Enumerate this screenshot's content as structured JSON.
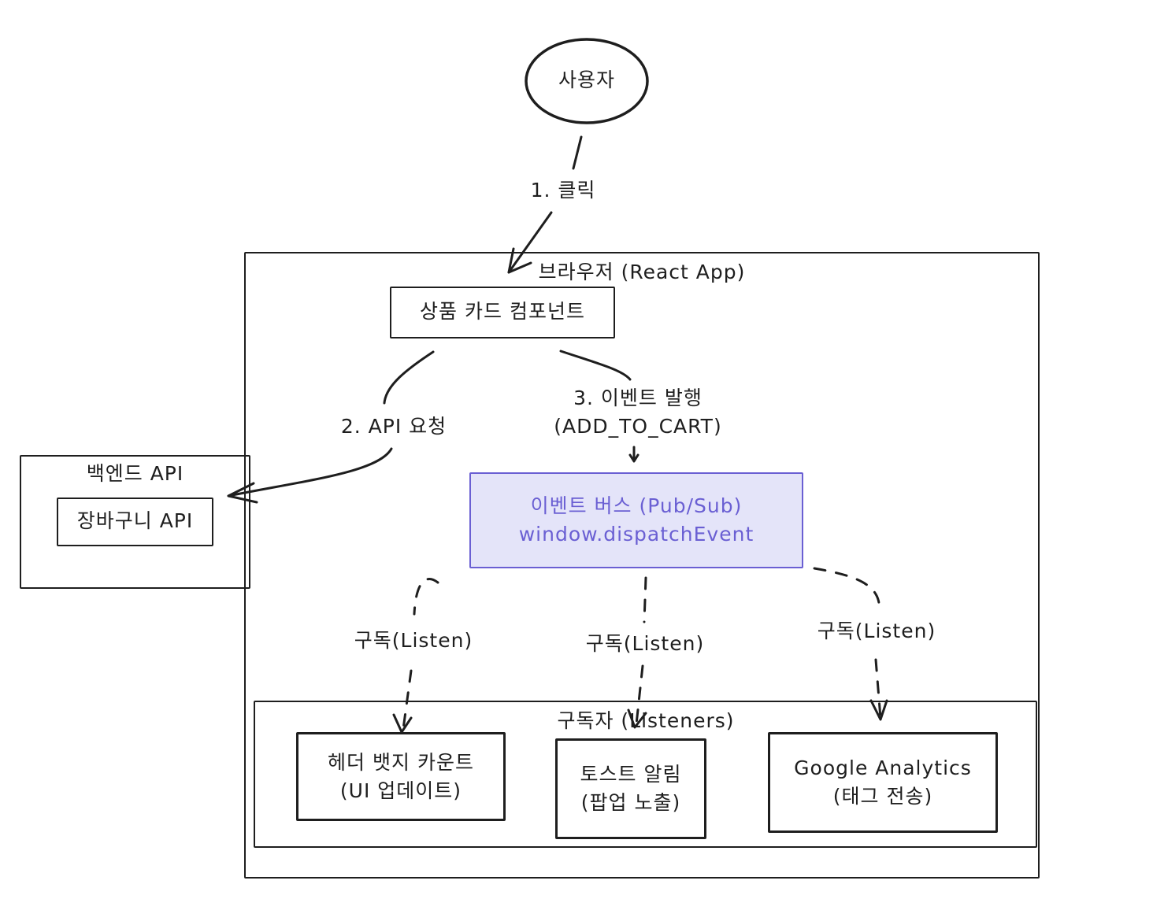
{
  "user": {
    "label": "사용자"
  },
  "browser": {
    "title": "브라우저 (React App)"
  },
  "product_card": {
    "label": "상품 카드 컴포넌트"
  },
  "backend": {
    "title": "백엔드 API",
    "cart_api": "장바구니 API"
  },
  "event_bus": {
    "line1": "이벤트 버스 (Pub/Sub)",
    "line2": "window.dispatchEvent"
  },
  "subscribers": {
    "title": "구독자 (Listeners)",
    "header_badge": {
      "line1": "헤더 뱃지 카운트",
      "line2": "(UI 업데이트)"
    },
    "toast": {
      "line1": "토스트 알림",
      "line2": "(팝업 노출)"
    },
    "analytics": {
      "line1": "Google Analytics",
      "line2": "(태그 전송)"
    }
  },
  "edges": {
    "click": "1. 클릭",
    "api_request": "2. API 요청",
    "publish_line1": "3. 이벤트 발행",
    "publish_line2": "(ADD_TO_CART)",
    "listen_1": "구독(Listen)",
    "listen_2": "구독(Listen)",
    "listen_3": "구독(Listen)"
  },
  "colors": {
    "ink": "#1e1e1e",
    "bus_fill": "#e4e4f9",
    "bus_stroke": "#6a5fd3"
  }
}
